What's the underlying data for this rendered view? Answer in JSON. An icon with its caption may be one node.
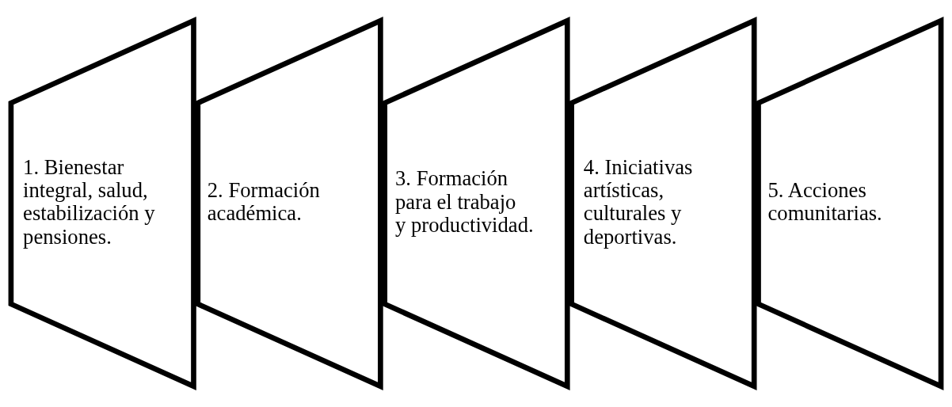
{
  "diagram": {
    "nodes": [
      {
        "text": [
          "1. Bienestar integral, salud, estabilización y pensiones."
        ]
      },
      {
        "text": [
          "2. Formación académica."
        ]
      },
      {
        "text": [
          "3. Formación para el trabajo y productividad."
        ]
      },
      {
        "text": [
          "4. Iniciativas artísticas, culturales y deportivas."
        ]
      },
      {
        "text": [
          "5. Acciones comunitarias."
        ]
      }
    ]
  }
}
